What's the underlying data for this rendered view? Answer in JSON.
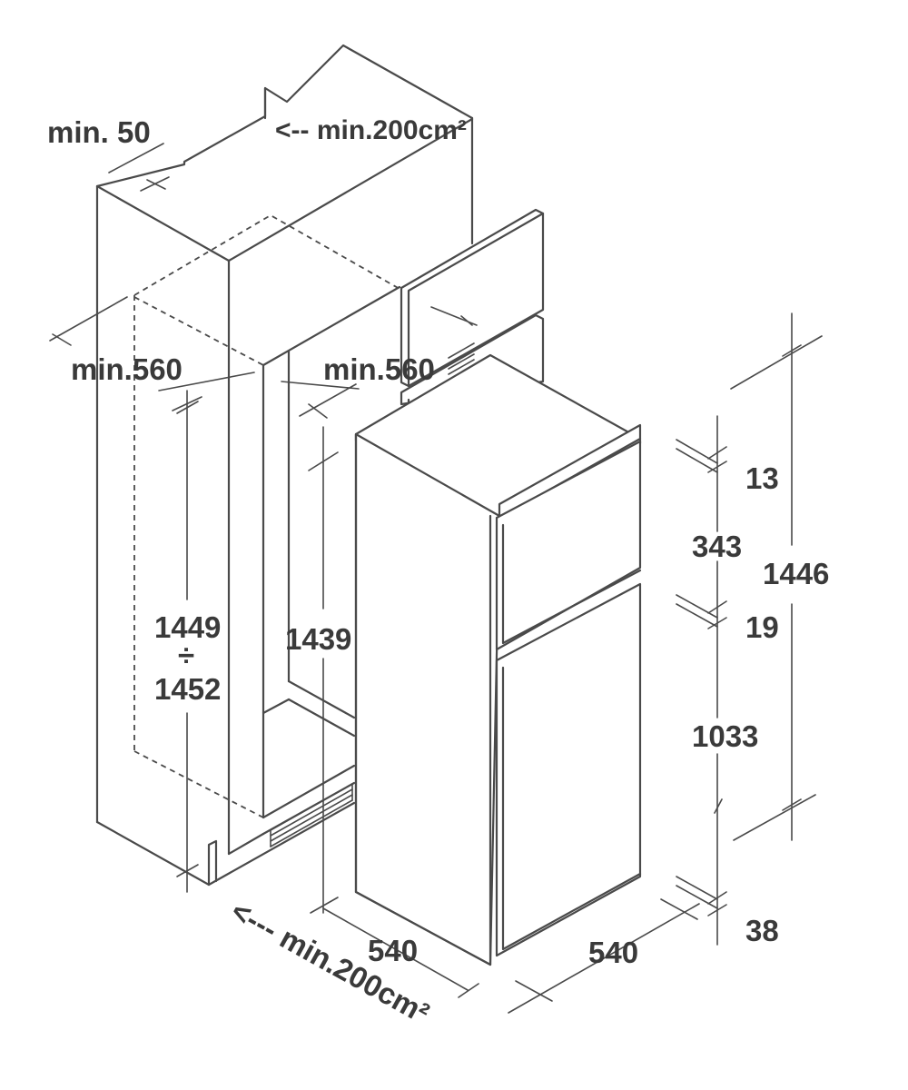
{
  "labels": {
    "min_50": "min. 50",
    "vent_top": "<-- min.200cm²",
    "min560_left": "min.560",
    "min560_right": "min.560",
    "h_1449": "1449",
    "h_div": "÷",
    "h_1452": "1452",
    "h_1439": "1439",
    "d_13": "13",
    "d_343": "343",
    "d_1446": "1446",
    "d_19": "19",
    "d_1033": "1033",
    "d_38": "38",
    "w_540_left": "540",
    "w_540_right": "540",
    "vent_bottom": "<--- min.200cm²"
  },
  "colors": {
    "line": "#4a4a4a",
    "text": "#3a3a3a",
    "background": "#ffffff"
  }
}
